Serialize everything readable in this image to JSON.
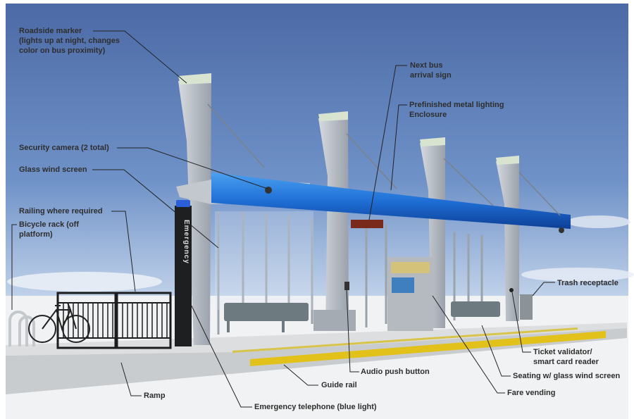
{
  "title": "Bus shelter station amenities diagram",
  "colors": {
    "sky_top": "#4c6aa6",
    "sky_bottom": "#b8cbe4",
    "canopy": "#1f6fd6",
    "guide_rail": "#e2c21a",
    "pillar": "#b9bfc6"
  },
  "shelter_text": {
    "emergency": "Emergency"
  },
  "labels": {
    "roadside_marker": [
      "Roadside marker",
      "(lights up at night, changes",
      "color on bus proximity)"
    ],
    "security_camera": "Security camera (2 total)",
    "glass_wind_screen": "Glass wind screen",
    "railing": "Railing where required",
    "bicycle_rack": [
      "Bicycle rack (off",
      "platform)"
    ],
    "next_bus_sign": [
      "Next bus",
      "arrival sign"
    ],
    "lighting_enclosure": [
      "Prefinished metal lighting",
      "Enclosure"
    ],
    "trash_receptacle": "Trash receptacle",
    "ticket_validator": [
      "Ticket validator/",
      "smart card reader"
    ],
    "seating": "Seating w/ glass wind screen",
    "audio_button": "Audio push button",
    "fare_vending": "Fare vending",
    "guide_rail": "Guide rail",
    "ramp": "Ramp",
    "emergency_telephone": "Emergency telephone (blue light)"
  }
}
